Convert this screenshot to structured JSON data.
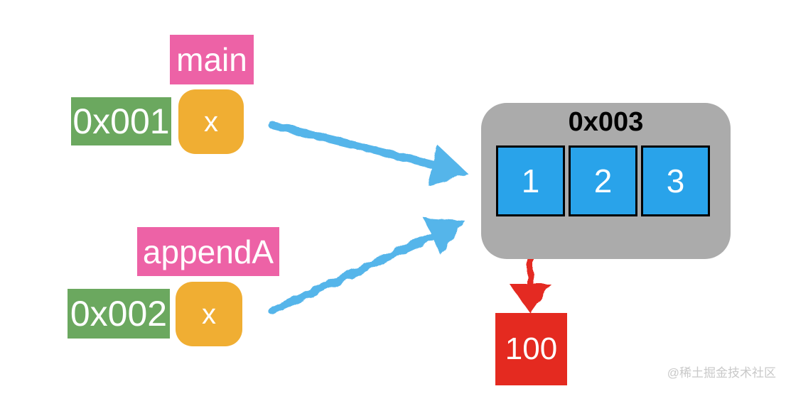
{
  "diagram": {
    "frames": [
      {
        "name": "main",
        "address": "0x001",
        "variable": "x"
      },
      {
        "name": "appendA",
        "address": "0x002",
        "variable": "x"
      }
    ],
    "backing_array": {
      "address": "0x003",
      "cells": [
        "1",
        "2",
        "3"
      ]
    },
    "pointed_value": "100",
    "arrows": [
      {
        "color": "blue",
        "from": "main.x",
        "to": "0x003 array"
      },
      {
        "color": "blue",
        "from": "appendA.x",
        "to": "0x003 array"
      },
      {
        "color": "red",
        "from": "cell 1",
        "to": "100"
      }
    ],
    "watermark": "@稀土掘金技术社区"
  },
  "colors": {
    "frame_label": "#ed62a6",
    "address": "#6ba85f",
    "variable": "#f0ae33",
    "array_container": "#ababab",
    "array_cell": "#29a3ea",
    "value": "#e42a20",
    "pointer_arrow": "#55b5ea",
    "value_arrow": "#e42a20",
    "watermark": "#c9c9c9"
  }
}
